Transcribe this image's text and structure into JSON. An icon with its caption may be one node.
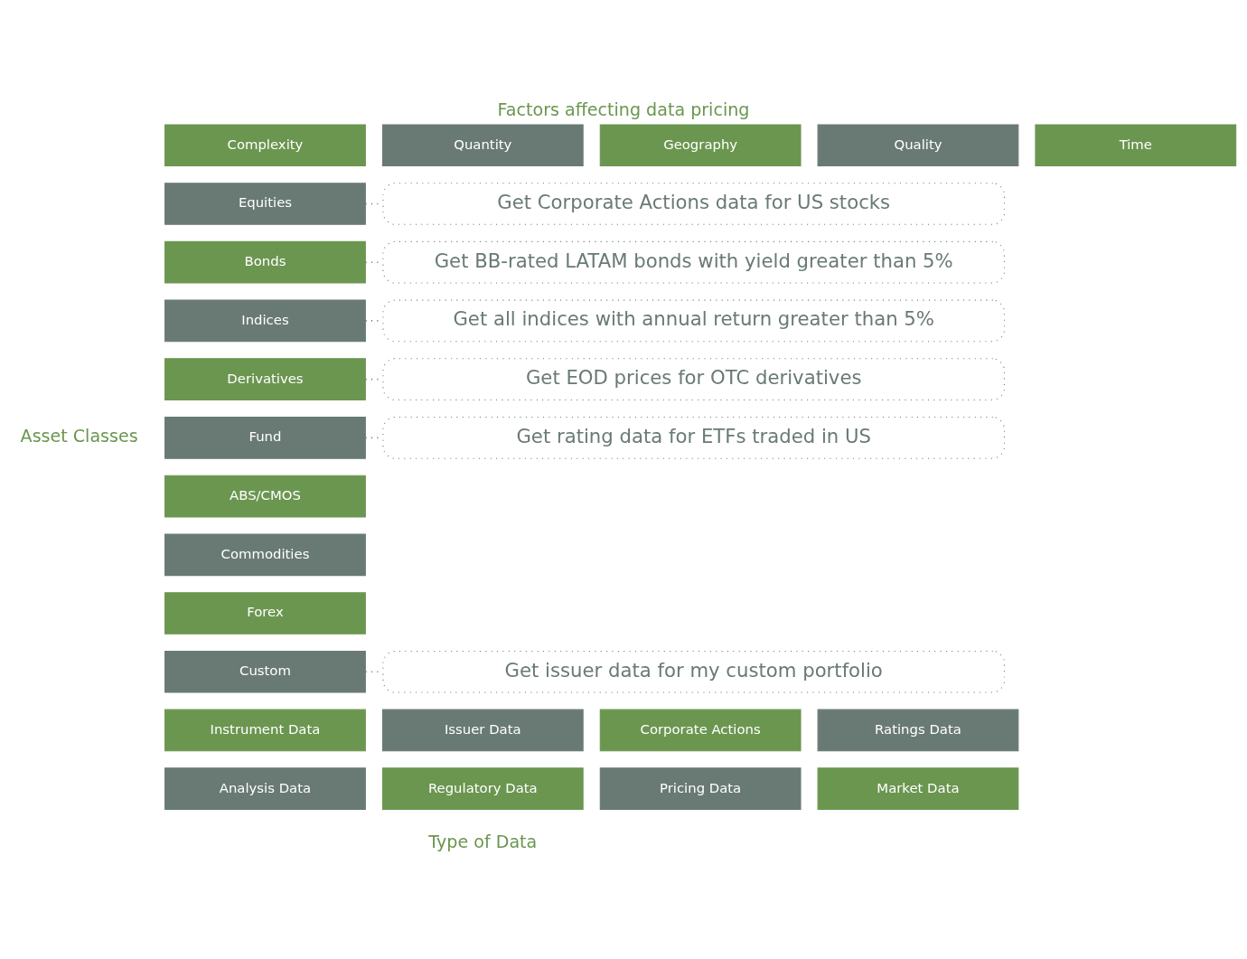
{
  "diagram": {
    "title": "Factors affecting data pricing",
    "nodes": [
      {
        "text": [
          "Complexity"
        ]
      },
      {
        "text": [
          "Quantity"
        ]
      },
      {
        "text": [
          "Geography"
        ]
      },
      {
        "text": [
          "Quality"
        ]
      },
      {
        "text": [
          "Time"
        ]
      },
      {
        "text": [
          "Equities"
        ]
      },
      {
        "text": [
          "Bonds"
        ]
      },
      {
        "text": [
          "Indices"
        ]
      },
      {
        "text": [
          "Derivatives"
        ]
      },
      {
        "text": [
          "Fund"
        ]
      },
      {
        "text": [
          "ABS/CMOS"
        ]
      },
      {
        "text": [
          "Commodities"
        ]
      },
      {
        "text": [
          "Forex"
        ]
      },
      {
        "text": [
          "Custom"
        ]
      },
      {
        "text": [
          "Get Corporate Actions data for US stocks"
        ]
      },
      {
        "text": [
          "Get BB-rated LATAM bonds with yield greater than 5%"
        ]
      },
      {
        "text": [
          "Get all indices with annual return greater than 5%"
        ]
      },
      {
        "text": [
          "Get EOD prices for OTC derivatives"
        ]
      },
      {
        "text": [
          "Get rating data for ETFs traded in US"
        ]
      },
      {
        "text": [
          "Get issuer data for my custom portfolio"
        ]
      },
      {
        "text": [
          "Instrument Data"
        ]
      },
      {
        "text": [
          "Issuer Data"
        ]
      },
      {
        "text": [
          "Corporate Actions"
        ]
      },
      {
        "text": [
          "Ratings Data"
        ]
      },
      {
        "text": [
          "Analysis Data"
        ]
      },
      {
        "text": [
          "Regulatory Data"
        ]
      },
      {
        "text": [
          "Pricing Data"
        ]
      },
      {
        "text": [
          "Market Data"
        ]
      }
    ],
    "edges": [
      {
        "from": 5,
        "to": 14,
        "arrow": "none"
      },
      {
        "from": 6,
        "to": 15,
        "arrow": "none"
      },
      {
        "from": 7,
        "to": 16,
        "arrow": "none"
      },
      {
        "from": 8,
        "to": 17,
        "arrow": "none"
      },
      {
        "from": 9,
        "to": 18,
        "arrow": "none"
      },
      {
        "from": 13,
        "to": 19,
        "arrow": "none"
      }
    ],
    "labels": [
      "Asset Classes",
      "Type of Data"
    ]
  }
}
